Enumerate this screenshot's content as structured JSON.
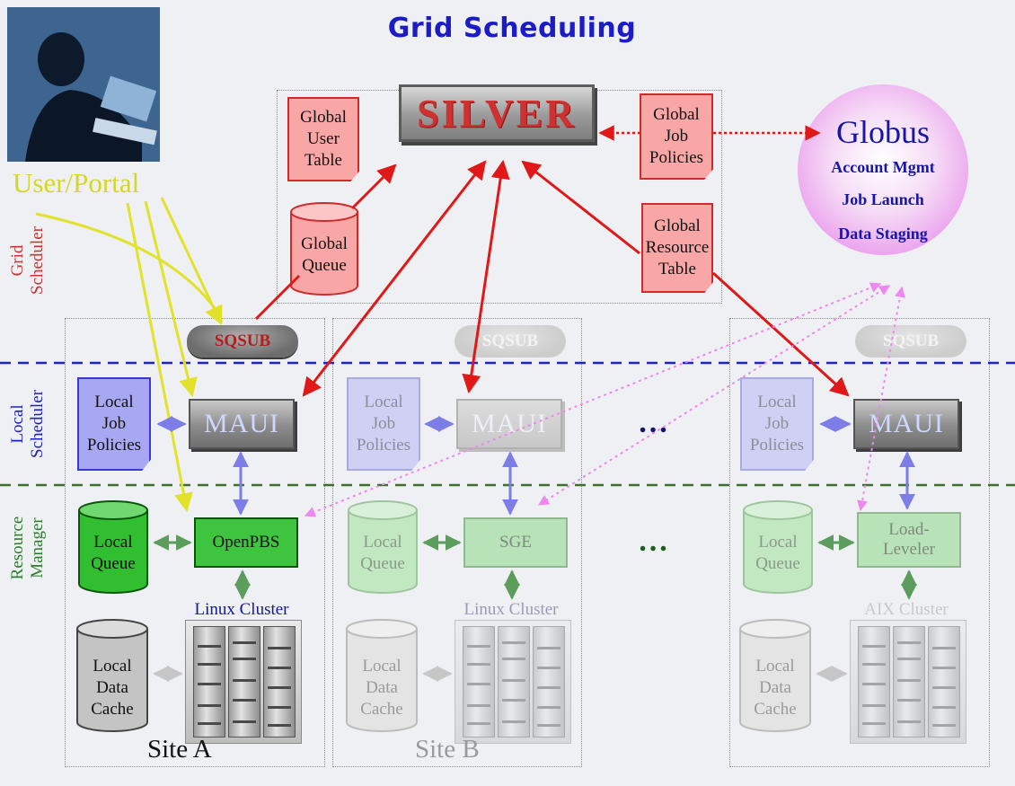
{
  "title": "Grid Scheduling",
  "user_portal": "User/Portal",
  "layer_labels": {
    "grid": "Grid\nScheduler",
    "local": "Local\nScheduler",
    "resource": "Resource\nManager"
  },
  "silver": "SILVER",
  "global_user_table": "Global\nUser\nTable",
  "global_queue": "Global\nQueue",
  "global_job_policies": "Global\nJob\nPolicies",
  "global_resource_table": "Global\nResource\nTable",
  "globus": {
    "title": "Globus",
    "items": [
      "Account Mgmt",
      "Job Launch",
      "Data Staging"
    ]
  },
  "ellipsis": "…",
  "sites": [
    {
      "sqsub": "SQSUB",
      "local_job_policies": "Local\nJob\nPolicies",
      "scheduler": "MAUI",
      "local_queue": "Local\nQueue",
      "resource_manager": "OpenPBS",
      "cluster": "Linux Cluster",
      "local_data_cache": "Local\nData\nCache",
      "site": "Site A"
    },
    {
      "sqsub": "SQSUB",
      "local_job_policies": "Local\nJob\nPolicies",
      "scheduler": "MAUI",
      "local_queue": "Local\nQueue",
      "resource_manager": "SGE",
      "cluster": "Linux Cluster",
      "local_data_cache": "Local\nData\nCache",
      "site": "Site B"
    },
    {
      "sqsub": "SQSUB",
      "local_job_policies": "Local\nJob\nPolicies",
      "scheduler": "MAUI",
      "local_queue": "Local\nQueue",
      "resource_manager": "Load-\nLeveler",
      "cluster": "AIX Cluster",
      "local_data_cache": "Local\nData\nCache",
      "site": ""
    }
  ],
  "colors": {
    "title": "#1b1bc8",
    "user_portal": "#d6d62a",
    "grid_layer": "#c83232",
    "local_layer": "#1f1fbf",
    "resource_layer": "#2e7d2e",
    "red_arrow": "#e01818",
    "pink_arrow": "#ee88ee",
    "blue_arrow": "#7d7de8",
    "green_arrow": "#5c9c5c"
  }
}
